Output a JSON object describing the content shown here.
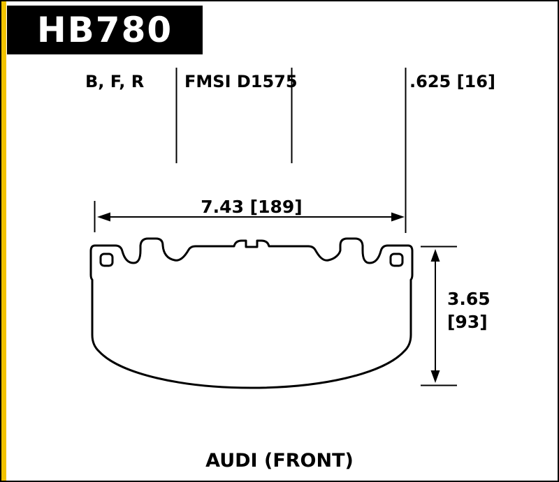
{
  "header": {
    "part_number": "HB780"
  },
  "specs": {
    "compounds": "B, F, R",
    "fmsi": "FMSI D1575",
    "thickness": ".625 [16]"
  },
  "drawing": {
    "width_dim": "7.43 [189]",
    "height_dim_in": "3.65",
    "height_dim_mm": "[93]"
  },
  "footer": {
    "application": "AUDI (FRONT)"
  },
  "colors": {
    "accent_stripe": "#F2C300",
    "ink": "#000000",
    "background": "#FFFFFF",
    "part_box_bg": "#000000",
    "part_box_text": "#FFFFFF"
  }
}
